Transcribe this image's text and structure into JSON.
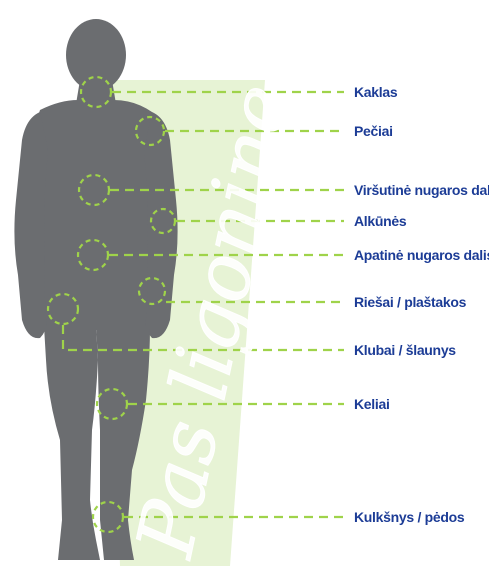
{
  "colors": {
    "label_text": "#1c3c96",
    "marker": "#9fd34a",
    "body_silhouette": "#6b6d70",
    "watermark_band": "#e7f3d5",
    "watermark_text": "#ffffff"
  },
  "watermark": {
    "text": "Pas ligonine",
    "icon": "script-watermark"
  },
  "figure": {
    "icon": "human-body-silhouette-icon"
  },
  "labels": [
    {
      "id": "kaklas",
      "text": "Kaklas"
    },
    {
      "id": "peciai",
      "text": "Pečiai"
    },
    {
      "id": "virsutine-nugaros-dalis",
      "text": "Viršutinė nugaros dalis"
    },
    {
      "id": "alkunes",
      "text": "Alkūnės"
    },
    {
      "id": "apatine-nugaros-dalis",
      "text": "Apatinė nugaros dalis"
    },
    {
      "id": "riesai-plastakos",
      "text": "Riešai / plaštakos"
    },
    {
      "id": "klubai-slaunys",
      "text": "Klubai / šlaunys"
    },
    {
      "id": "keliai",
      "text": "Keliai"
    },
    {
      "id": "kulksnys-pedos",
      "text": "Kulkšnys / pėdos"
    }
  ]
}
